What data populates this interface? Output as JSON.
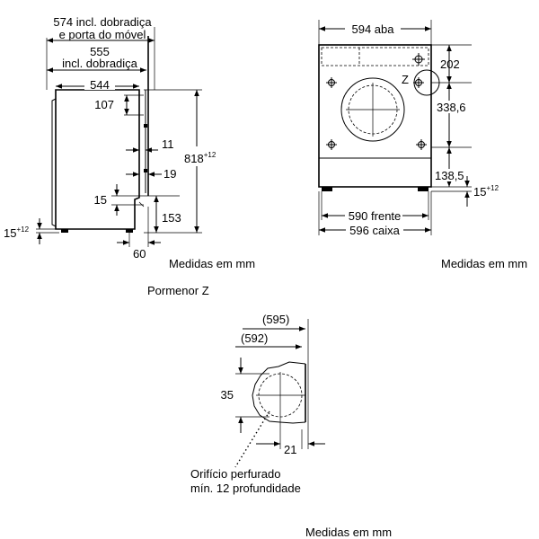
{
  "side_view": {
    "dim_574": "574 incl. dobradiça",
    "dim_574_b": "e porta do móvel",
    "dim_555": "555",
    "dim_555_b": "incl. dobradiça",
    "dim_544": "544",
    "dim_107": "107",
    "dim_11": "11",
    "dim_19": "19",
    "dim_15": "15",
    "dim_153": "153",
    "dim_818": "818",
    "dim_818_sup": "+12",
    "dim_15_feet": "15",
    "dim_15_feet_sup": "+12",
    "dim_60": "60",
    "caption": "Medidas em mm"
  },
  "front_view": {
    "dim_594": "594 aba",
    "dim_202": "202",
    "label_z": "Z",
    "dim_338": "338,6",
    "dim_138": "138,5",
    "dim_15": "15",
    "dim_15_sup": "+12",
    "dim_590": "590 frente",
    "dim_596": "596 caixa",
    "caption": "Medidas em mm"
  },
  "detail": {
    "title": "Pormenor Z",
    "dim_595": "(595)",
    "dim_592": "(592)",
    "dim_35": "35",
    "dim_21": "21",
    "note_1": "Orifício perfurado",
    "note_2": "mín. 12 profundidade",
    "caption": "Medidas em mm"
  }
}
